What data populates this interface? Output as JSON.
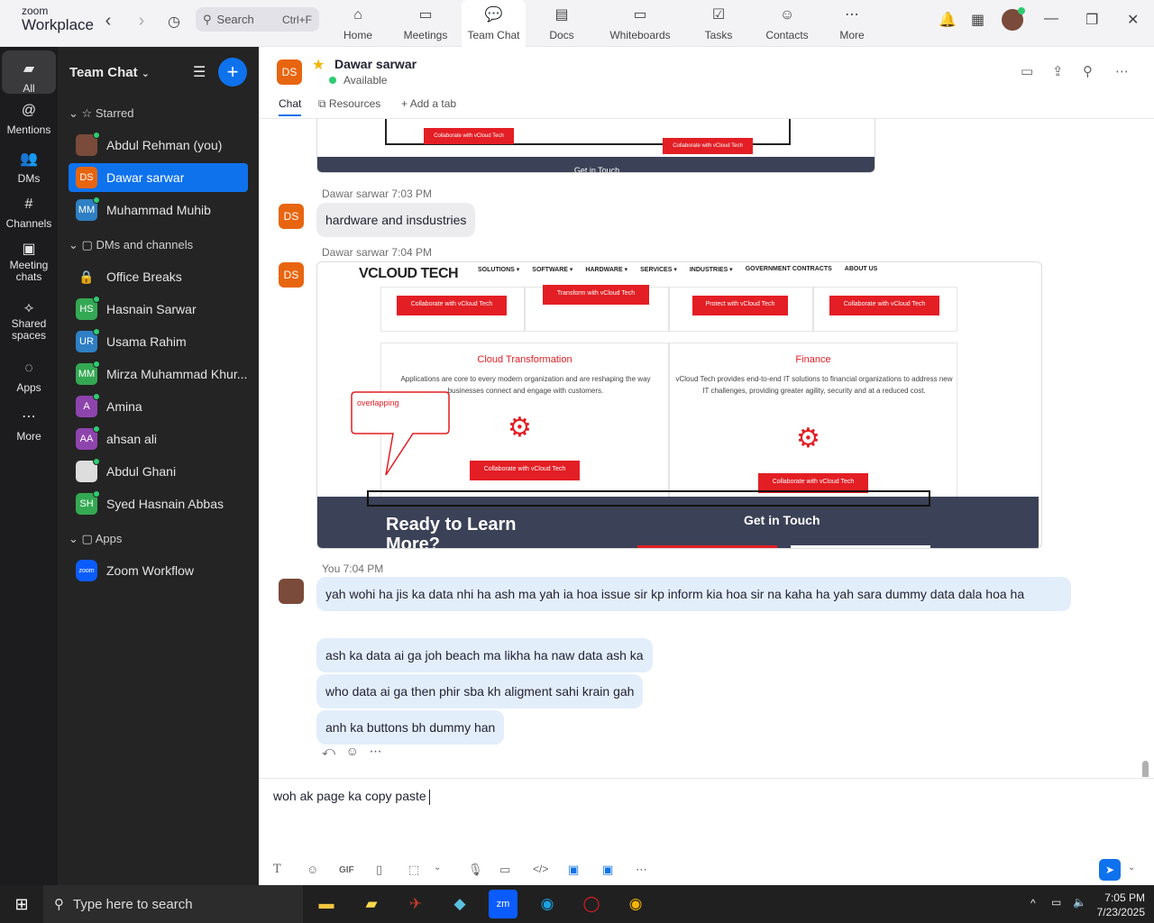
{
  "app": {
    "brand_top": "zoom",
    "brand_bottom": "Workplace"
  },
  "search": {
    "label": "Search",
    "shortcut": "Ctrl+F"
  },
  "nav": [
    {
      "label": "Home",
      "icon": "home-icon",
      "glyph": "⌂"
    },
    {
      "label": "Meetings",
      "icon": "video-icon",
      "glyph": "▭"
    },
    {
      "label": "Team Chat",
      "icon": "chat-icon",
      "glyph": "💬"
    },
    {
      "label": "Docs",
      "icon": "docs-icon",
      "glyph": "▤"
    },
    {
      "label": "Whiteboards",
      "icon": "whiteboard-icon",
      "glyph": "▭"
    },
    {
      "label": "Tasks",
      "icon": "tasks-icon",
      "glyph": "☑"
    },
    {
      "label": "Contacts",
      "icon": "contacts-icon",
      "glyph": "☺"
    },
    {
      "label": "More",
      "icon": "more-icon",
      "glyph": "⋯"
    }
  ],
  "rail": [
    {
      "label": "All",
      "glyph": "▰"
    },
    {
      "label": "Mentions",
      "glyph": "@"
    },
    {
      "label": "DMs",
      "glyph": "👥"
    },
    {
      "label": "Channels",
      "glyph": "#"
    },
    {
      "label": "Meeting chats",
      "glyph": "▣"
    },
    {
      "label": "Shared spaces",
      "glyph": "⟡"
    },
    {
      "label": "Apps",
      "glyph": "◌"
    },
    {
      "label": "More",
      "glyph": "⋯"
    }
  ],
  "sidebar": {
    "title": "Team Chat",
    "sections": {
      "starred": "Starred",
      "dms": "DMs and channels",
      "apps": "Apps"
    },
    "starred": [
      {
        "name": "Abdul Rehman (you)",
        "initials": "",
        "color": "#7a4a3a",
        "online": true
      },
      {
        "name": "Dawar sarwar",
        "initials": "DS",
        "color": "#e8650f",
        "online": false,
        "selected": true
      },
      {
        "name": "Muhammad Muhib",
        "initials": "MM",
        "color": "#2e7fc4",
        "online": true
      }
    ],
    "dms": [
      {
        "name": "Office Breaks",
        "initials": "",
        "color": "",
        "online": false,
        "lock": true
      },
      {
        "name": "Hasnain Sarwar",
        "initials": "HS",
        "color": "#34a853",
        "online": true
      },
      {
        "name": "Usama Rahim",
        "initials": "UR",
        "color": "#2e7fc4",
        "online": true
      },
      {
        "name": "Mirza Muhammad Khur...",
        "initials": "MM",
        "color": "#34a853",
        "online": true
      },
      {
        "name": "Amina",
        "initials": "A",
        "color": "#8e44ad",
        "online": true
      },
      {
        "name": "ahsan ali",
        "initials": "AA",
        "color": "#8e44ad",
        "online": true
      },
      {
        "name": "Abdul Ghani",
        "initials": "",
        "color": "#dddddd",
        "online": true
      },
      {
        "name": "Syed Hasnain Abbas",
        "initials": "SH",
        "color": "#34a853",
        "online": true
      }
    ],
    "apps": [
      {
        "name": "Zoom Workflow",
        "initials": "zoom",
        "color": "#0b5cff"
      }
    ]
  },
  "header": {
    "initials": "DS",
    "name": "Dawar sarwar",
    "status": "Available",
    "tabs": {
      "chat": "Chat",
      "resources": "Resources",
      "add": "Add a tab"
    }
  },
  "messages": {
    "m1_meta": "Dawar sarwar 7:03 PM",
    "m1_text": "hardware and insdustries",
    "m2_meta": "Dawar sarwar 7:04 PM",
    "m3_meta": "You 7:04 PM",
    "mine": [
      "yah wohi ha jis ka data nhi ha ash ma yah ia hoa issue sir kp inform kia hoa sir na kaha ha   yah sara dummy data dala hoa ha",
      "ash ka data ai ga joh beach ma likha ha naw data ash ka",
      "who data ai ga then phir sba kh aligment sahi krain gah",
      "anh ka buttons bh dummy han"
    ]
  },
  "screenshot_top": {
    "btn1": "Collaborate with vCloud Tech",
    "btn2": "Collaborate with vCloud Tech",
    "footer": "Get in Touch"
  },
  "screenshot": {
    "logo": "VCLOUD TECH",
    "menu": [
      "SOLUTIONS ▾",
      "SOFTWARE ▾",
      "HARDWARE ▾",
      "SERVICES ▾",
      "INDUSTRIES ▾",
      "GOVERNMENT CONTRACTS",
      "ABOUT US"
    ],
    "row1_buttons": [
      "Collaborate with vCloud Tech",
      "Transform with vCloud Tech",
      "Protect with vCloud Tech",
      "Collaborate with vCloud Tech"
    ],
    "card1_title": "Cloud Transformation",
    "card1_text": "Applications are core to every modern organization and are reshaping the way businesses connect and engage with customers.",
    "card1_btn": "Collaborate with vCloud Tech",
    "card2_title": "Finance",
    "card2_text": "vCloud Tech provides end-to-end IT solutions to financial organizations to address new IT challenges, providing greater agility, security and at a reduced cost.",
    "card2_btn": "Collaborate with vCloud Tech",
    "callout": "overlapping",
    "banner_left": "Ready to Learn More?",
    "banner_right": "Get in Touch"
  },
  "compose": {
    "text": "woh ak page ka copy paste"
  },
  "taskbar": {
    "search": "Type here to search",
    "time": "7:05 PM",
    "date": "7/23/2025"
  }
}
